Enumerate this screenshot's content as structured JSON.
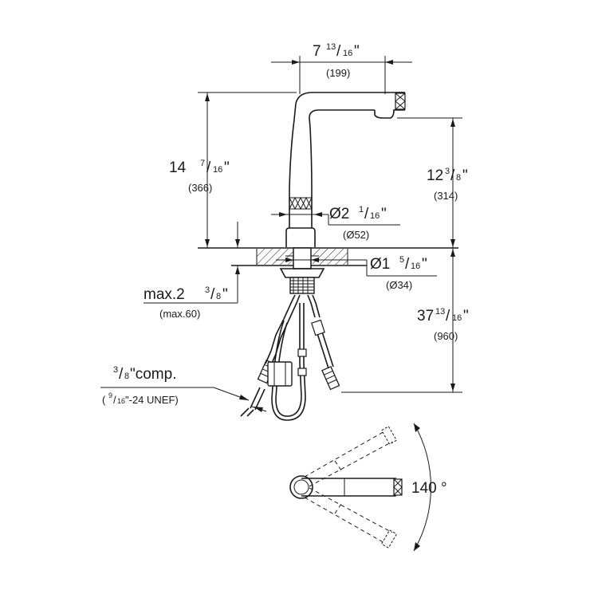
{
  "dimensions": {
    "spout_reach": {
      "whole": "7",
      "num": "13",
      "den": "16",
      "unit": "\"",
      "mm": "(199)"
    },
    "total_height": {
      "whole": "14",
      "num": "7",
      "den": "16",
      "unit": "\"",
      "mm": "(366)"
    },
    "spout_height": {
      "whole": "12",
      "num": "3",
      "den": "8",
      "unit": "\"",
      "mm": "(314)"
    },
    "base_diameter": {
      "prefix": "Ø2",
      "num": "1",
      "den": "16",
      "unit": "\"",
      "mm": "(Ø52)"
    },
    "hole_diameter": {
      "prefix": "Ø1",
      "num": "5",
      "den": "16",
      "unit": "\"",
      "mm": "(Ø34)"
    },
    "max_deck": {
      "prefix": "max.2",
      "num": "3",
      "den": "8",
      "unit": "\"",
      "mm": "(max.60)"
    },
    "hose_length": {
      "whole": "37",
      "num": "13",
      "den": "16",
      "unit": "\"",
      "mm": "(960)"
    },
    "connection": {
      "num": "3",
      "den": "8",
      "text": "\"comp.",
      "sub_open": "(",
      "sub_num": "9",
      "sub_den": "16",
      "sub_text": "\"-24 UNEF)"
    },
    "swivel_angle": "140 °"
  }
}
